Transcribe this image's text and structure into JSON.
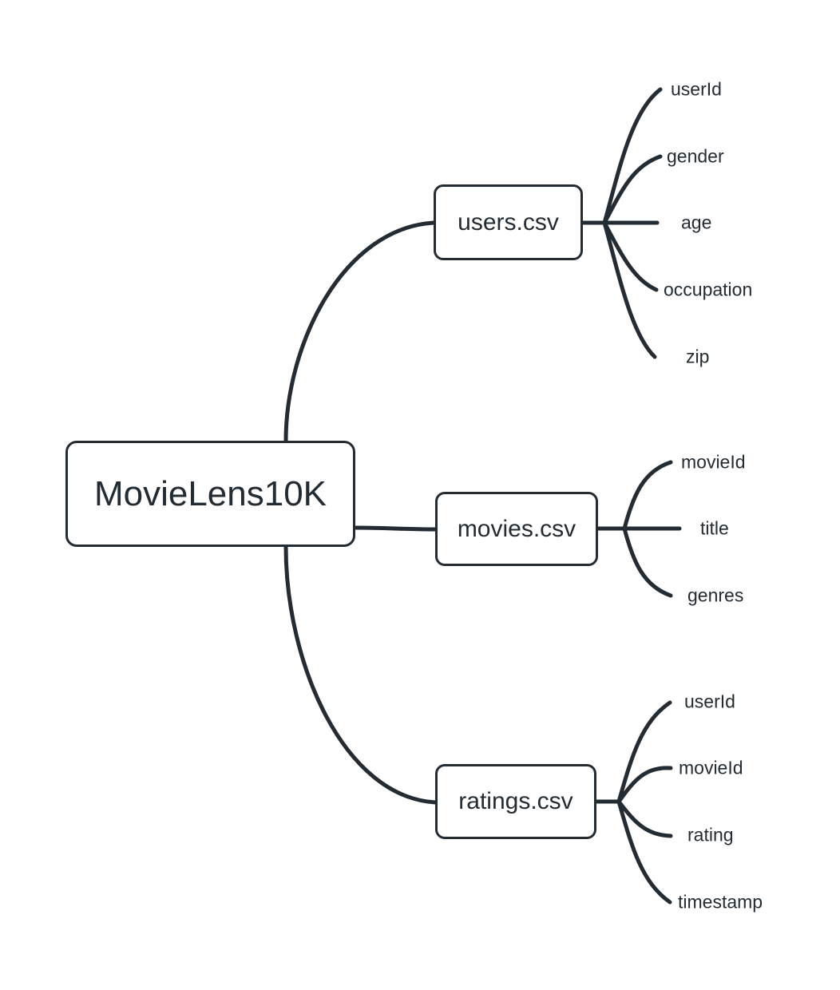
{
  "diagram": {
    "type": "mindmap",
    "title": "MovieLens10K",
    "colors": {
      "background": "#ffffff",
      "stroke": "#232c33",
      "text": "#232c33",
      "node_fill": "#ffffff"
    },
    "root": {
      "label": "MovieLens10K"
    },
    "branches": [
      {
        "label": "users.csv",
        "leaves": [
          {
            "label": "userId"
          },
          {
            "label": "gender"
          },
          {
            "label": "age"
          },
          {
            "label": "occupation"
          },
          {
            "label": "zip"
          }
        ]
      },
      {
        "label": "movies.csv",
        "leaves": [
          {
            "label": "movieId"
          },
          {
            "label": "title"
          },
          {
            "label": "genres"
          }
        ]
      },
      {
        "label": "ratings.csv",
        "leaves": [
          {
            "label": "userId"
          },
          {
            "label": "movieId"
          },
          {
            "label": "rating"
          },
          {
            "label": "timestamp"
          }
        ]
      }
    ]
  }
}
